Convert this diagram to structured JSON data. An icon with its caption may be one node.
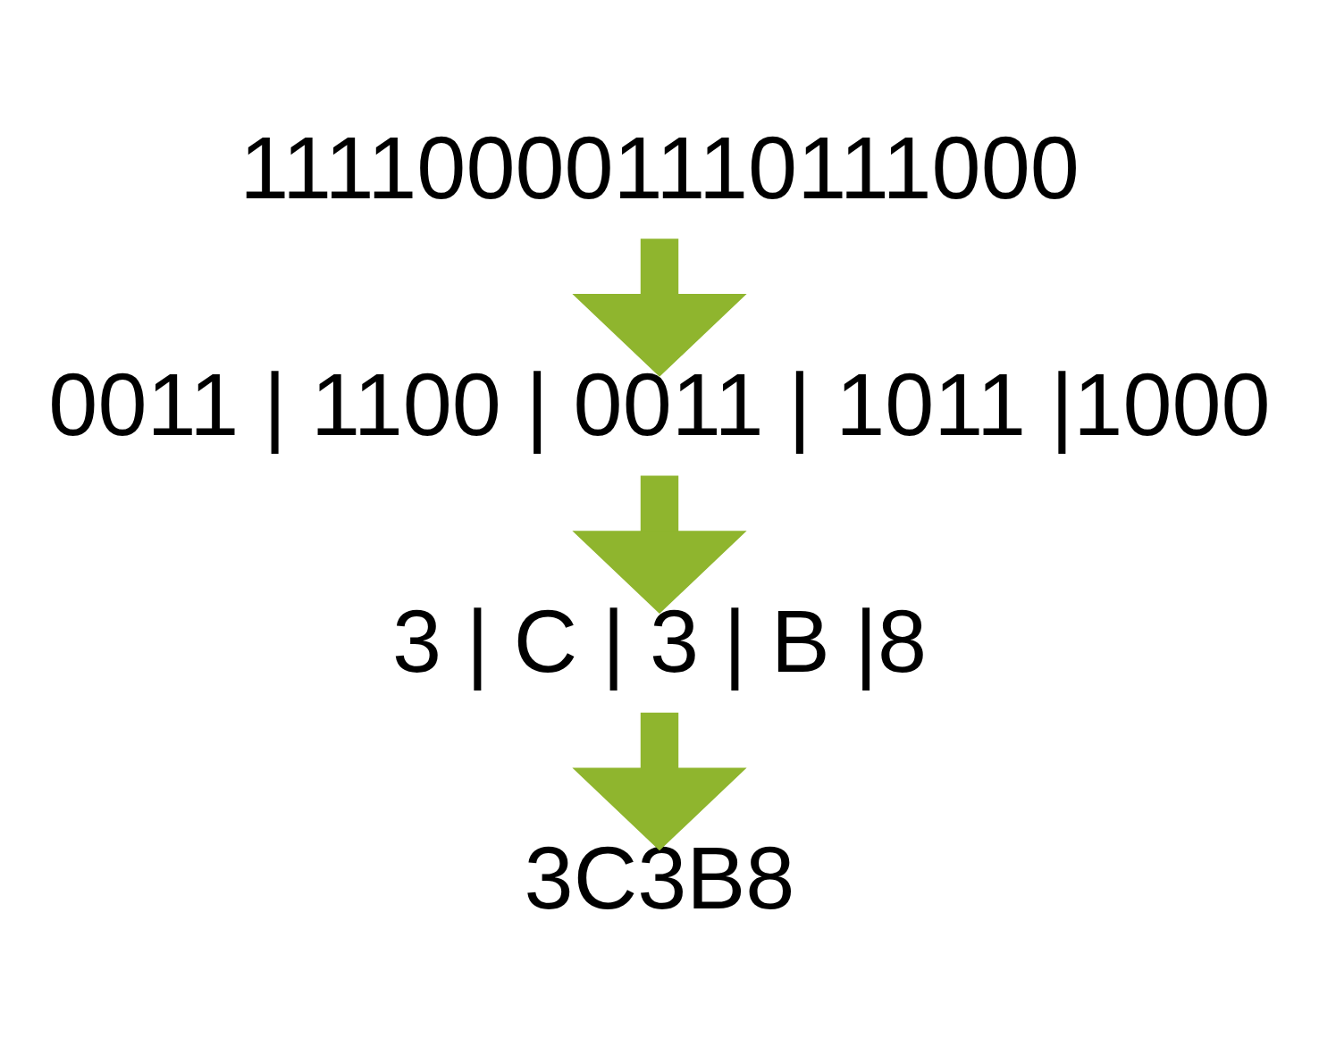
{
  "diagram": {
    "nodes": [
      {
        "text": [
          "111100001110111000"
        ]
      },
      {
        "text": [
          "0011 | 1100 | 0011 | 1011 |1000"
        ]
      },
      {
        "text": [
          "3 | C | 3 | B |8"
        ]
      },
      {
        "text": [
          "3C3B8"
        ]
      }
    ],
    "edges": [
      {
        "from": 0,
        "to": 1,
        "arrow": "to"
      },
      {
        "from": 1,
        "to": 2,
        "arrow": "to"
      },
      {
        "from": 2,
        "to": 3,
        "arrow": "to"
      }
    ]
  }
}
